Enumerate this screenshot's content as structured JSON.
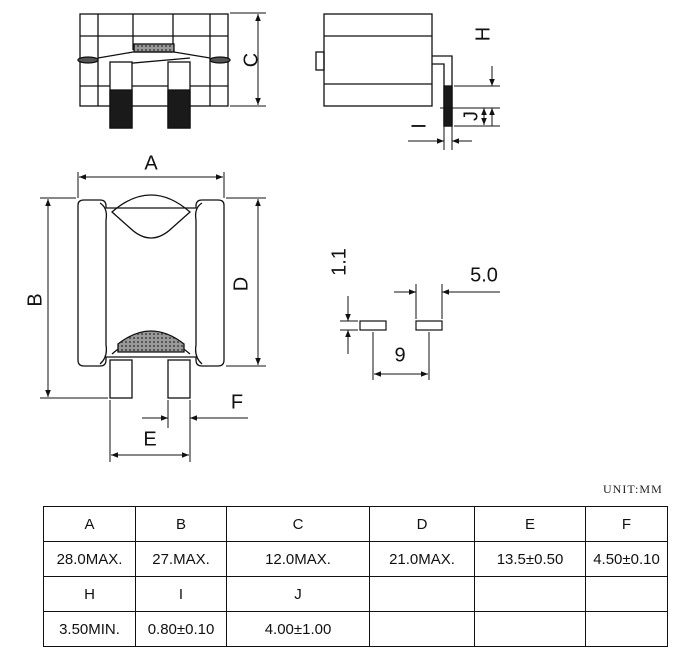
{
  "drawing": {
    "dimension_letters": {
      "A": "A",
      "B": "B",
      "C": "C",
      "D": "D",
      "E": "E",
      "F": "F",
      "H": "H",
      "I": "I",
      "J": "J"
    },
    "pad_dimensions": {
      "height": "1.1",
      "pad_width": "5.0",
      "pitch": "9"
    }
  },
  "unit_label": "UNIT:MM",
  "spec_table": {
    "row1": {
      "headers": [
        "A",
        "B",
        "C",
        "D",
        "E",
        "F"
      ],
      "values": [
        "28.0MAX.",
        "27.MAX.",
        "12.0MAX.",
        "21.0MAX.",
        "13.5±0.50",
        "4.50±0.10"
      ]
    },
    "row2": {
      "headers": [
        "H",
        "I",
        "J",
        "",
        "",
        ""
      ],
      "values": [
        "3.50MIN.",
        "0.80±0.10",
        "4.00±1.00",
        "",
        "",
        ""
      ]
    }
  }
}
